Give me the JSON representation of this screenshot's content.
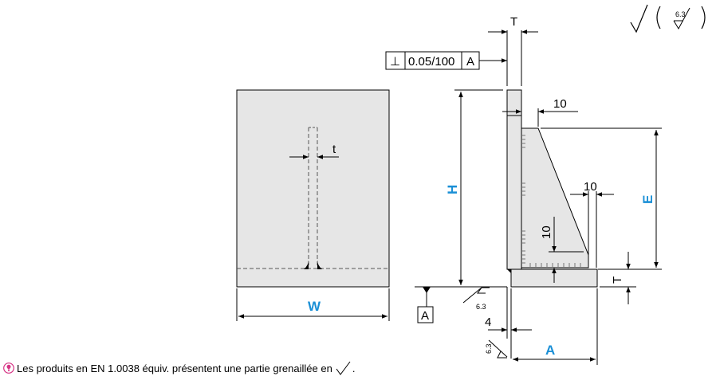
{
  "colors": {
    "fill": "#e6e6e6",
    "dimension_blue": "#1a8fd6",
    "note_icon": "#d63384"
  },
  "labels": {
    "W": "W",
    "H": "H",
    "E": "E",
    "A": "A",
    "T_top": "T",
    "T_right": "T",
    "t": "t",
    "ten_top": "10",
    "ten_right": "10",
    "ten_vertical": "10",
    "four": "4",
    "datum_A": "A",
    "roughness_top": "6.3",
    "roughness_bottom": "6.3",
    "roughness_side": "6.3"
  },
  "tolerance": {
    "symbol": "⊥",
    "value": "0.05/100",
    "datum": "A"
  },
  "note": {
    "text": "Les produits en EN 1.0038 équiv. présentent une partie grenaillée en",
    "end": "."
  },
  "icons": {
    "note": "warning-bulb-icon",
    "roughness": "surface-roughness-icon"
  }
}
